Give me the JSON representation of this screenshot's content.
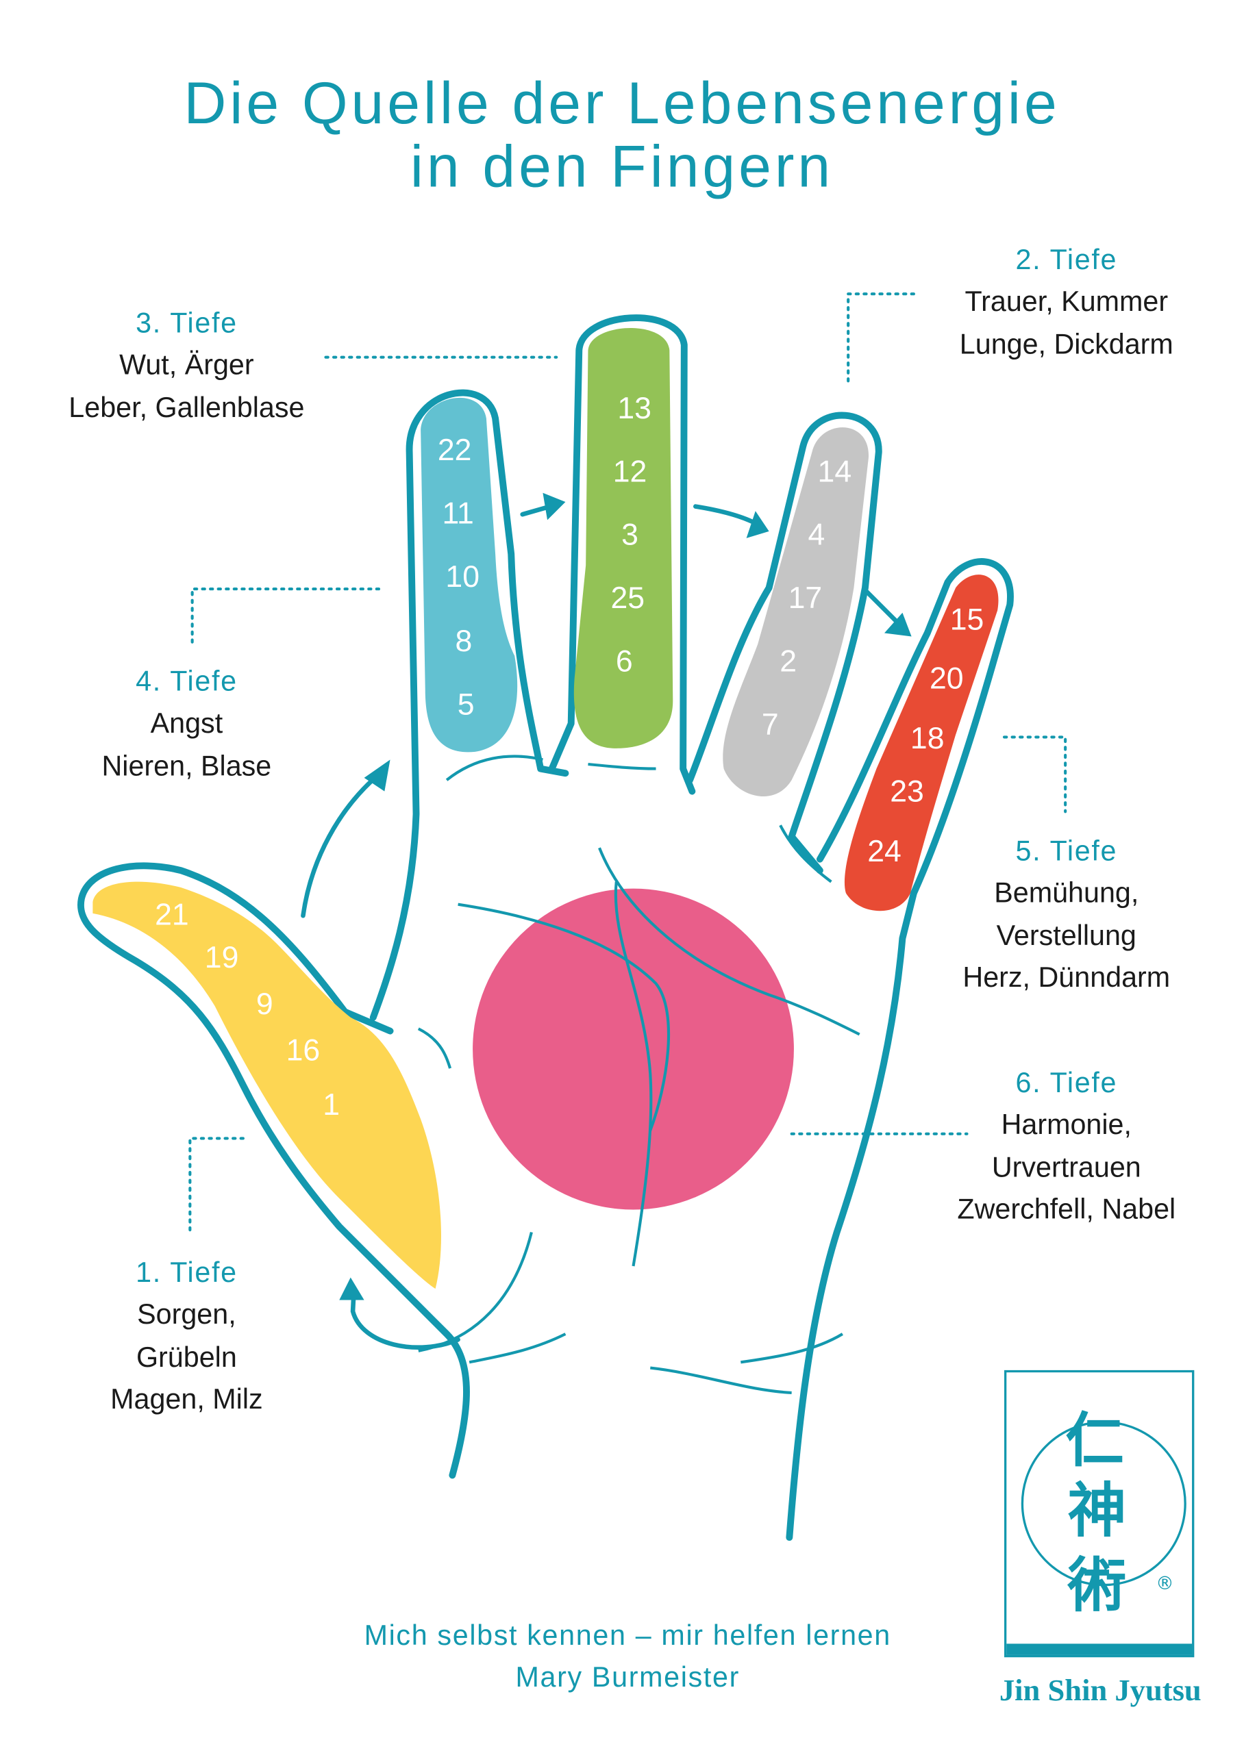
{
  "title": {
    "line1": "Die Quelle der Lebensenergie",
    "line2": "in den Fingern"
  },
  "colors": {
    "teal": "#1398ae",
    "index": "#62c1d1",
    "middle": "#93c256",
    "ring": "#c5c5c5",
    "little": "#e84b34",
    "thumb": "#fdd653",
    "palm": "#e95e8a"
  },
  "labels": {
    "depth1": {
      "heading": "1. Tiefe",
      "lines": [
        "Sorgen,",
        "Grübeln",
        "Magen, Milz"
      ]
    },
    "depth2": {
      "heading": "2. Tiefe",
      "lines": [
        "Trauer, Kummer",
        "Lunge, Dickdarm"
      ]
    },
    "depth3": {
      "heading": "3. Tiefe",
      "lines": [
        "Wut, Ärger",
        "Leber, Gallenblase"
      ]
    },
    "depth4": {
      "heading": "4. Tiefe",
      "lines": [
        "Angst",
        "Nieren, Blase"
      ]
    },
    "depth5": {
      "heading": "5. Tiefe",
      "lines": [
        "Bemühung,",
        "Verstellung",
        "Herz, Dünndarm"
      ]
    },
    "depth6": {
      "heading": "6. Tiefe",
      "lines": [
        "Harmonie,",
        "Urvertrauen",
        "Zwerchfell, Nabel"
      ]
    }
  },
  "fingers": {
    "thumb": [
      "21",
      "19",
      "9",
      "16",
      "1"
    ],
    "index": [
      "22",
      "11",
      "10",
      "8",
      "5"
    ],
    "middle": [
      "13",
      "12",
      "3",
      "25",
      "6"
    ],
    "ring": [
      "14",
      "4",
      "17",
      "2",
      "7"
    ],
    "little": [
      "15",
      "20",
      "18",
      "23",
      "24"
    ]
  },
  "footer": {
    "line1": "Mich selbst kennen – mir helfen lernen",
    "line2": "Mary Burmeister"
  },
  "logo": {
    "name": "Jin Shin Jyutsu",
    "kanji": "仁神術",
    "registered": "®"
  }
}
